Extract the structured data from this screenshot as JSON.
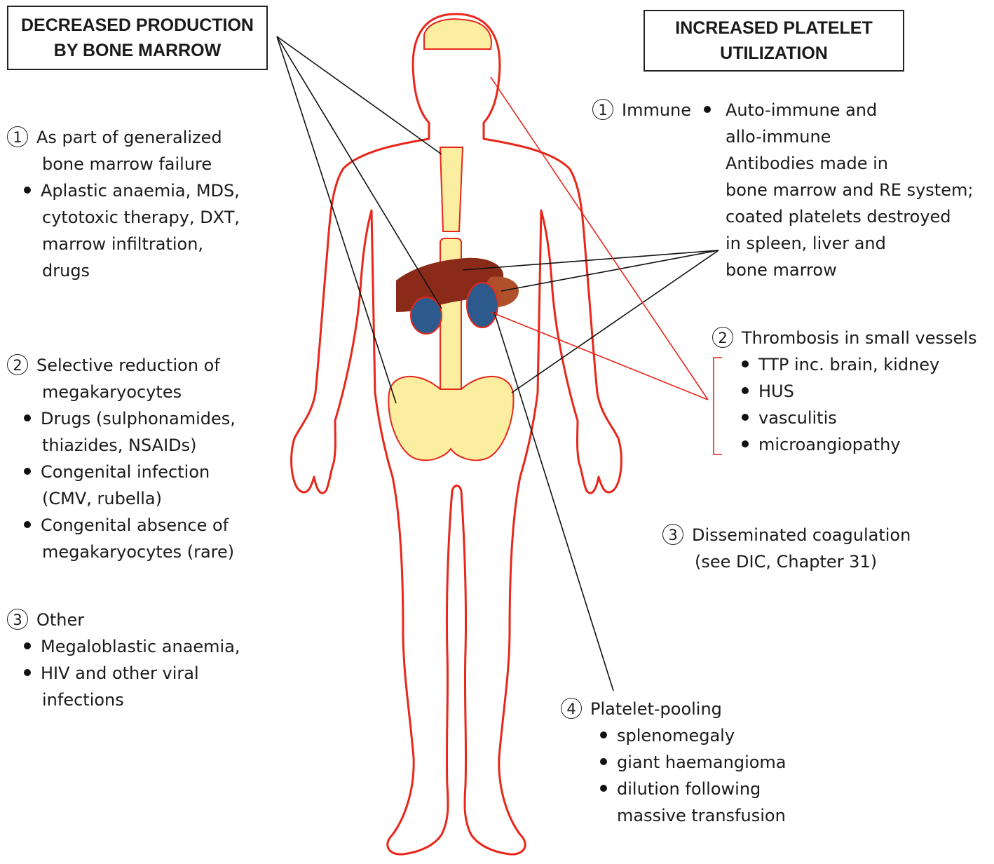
{
  "left": {
    "header": [
      "DECREASED PRODUCTION",
      "BY BONE MARROW"
    ],
    "sections": [
      {
        "num": "1",
        "title": [
          "As part of generalized",
          "bone marrow failure"
        ],
        "bullets": [
          [
            "Aplastic anaemia, MDS,",
            "cytotoxic therapy, DXT,",
            "marrow infiltration,",
            "drugs"
          ]
        ]
      },
      {
        "num": "2",
        "title": [
          "Selective reduction of",
          "megakaryocytes"
        ],
        "bullets": [
          [
            "Drugs (sulphonamides,",
            "thiazides, NSAIDs)"
          ],
          [
            "Congenital infection",
            "(CMV, rubella)"
          ],
          [
            "Congenital absence of",
            "megakaryocytes (rare)"
          ]
        ]
      },
      {
        "num": "3",
        "title": [
          "Other"
        ],
        "bullets": [
          [
            "Megaloblastic anaemia,"
          ],
          [
            "HIV and other viral",
            "infections"
          ]
        ]
      }
    ]
  },
  "right": {
    "header": [
      "INCREASED PLATELET",
      "UTILIZATION"
    ],
    "immune": {
      "num": "1",
      "label": "Immune",
      "lines": [
        "Auto-immune and",
        "allo-immune",
        "Antibodies made in",
        "bone marrow and RE system;",
        "coated platelets destroyed",
        "in spleen, liver and",
        "bone marrow"
      ]
    },
    "thrombosis": {
      "num": "2",
      "title": "Thrombosis in small vessels",
      "bullets": [
        "TTP inc. brain, kidney",
        "HUS",
        "vasculitis",
        "microangiopathy"
      ]
    },
    "dic": {
      "num": "3",
      "lines": [
        "Disseminated coagulation",
        "(see DIC, Chapter 31)"
      ]
    },
    "pooling": {
      "num": "4",
      "title": "Platelet-pooling",
      "bullets": [
        [
          "splenomegaly"
        ],
        [
          "giant haemangioma"
        ],
        [
          "dilution following",
          "massive transfusion"
        ]
      ]
    }
  },
  "colors": {
    "body_outline": "#e8261a",
    "bone": "#fbeea0",
    "bone_outline": "#e8261a",
    "liver": "#8a2a18",
    "spleen": "#b0502a",
    "kidney": "#2d5a8c",
    "connector": "#111111"
  }
}
